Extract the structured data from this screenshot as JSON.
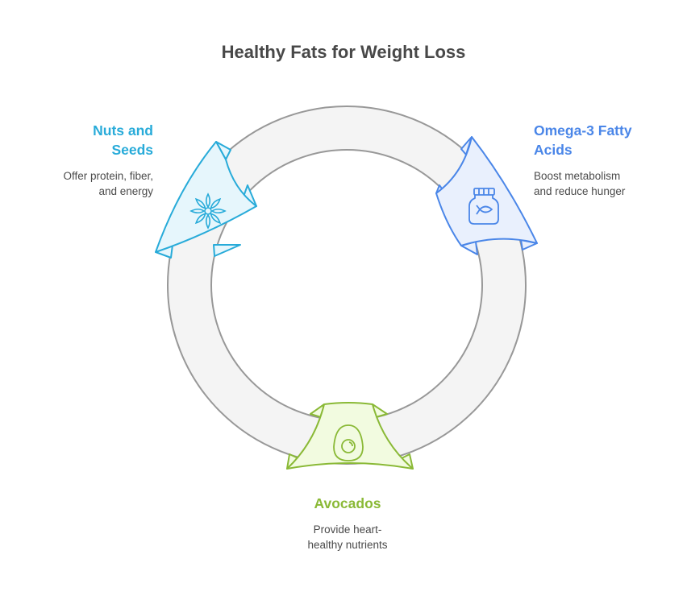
{
  "title": "Healthy Fats for Weight Loss",
  "colors": {
    "ring_fill": "#f4f4f4",
    "ring_stroke": "#989898",
    "nuts": "#28abd9",
    "nuts_fill": "#e6f6fc",
    "omega": "#4a86e8",
    "omega_fill": "#e9f0fd",
    "avocado": "#8ab936",
    "avocado_fill": "#f2fbe0"
  },
  "items": [
    {
      "id": "nuts",
      "heading": "Nuts and Seeds",
      "heading_lines": [
        "Nuts and",
        "Seeds"
      ],
      "description_lines": [
        "Offer protein, fiber,",
        "and energy"
      ],
      "icon": "flower-icon"
    },
    {
      "id": "omega",
      "heading": "Omega-3 Fatty Acids",
      "heading_lines": [
        "Omega-3 Fatty",
        "Acids"
      ],
      "description_lines": [
        "Boost metabolism",
        "and reduce hunger"
      ],
      "icon": "fish-oil-jar-icon"
    },
    {
      "id": "avocado",
      "heading": "Avocados",
      "heading_lines": [
        "Avocados"
      ],
      "description_lines": [
        "Provide heart-",
        "healthy nutrients"
      ],
      "icon": "avocado-icon"
    }
  ]
}
